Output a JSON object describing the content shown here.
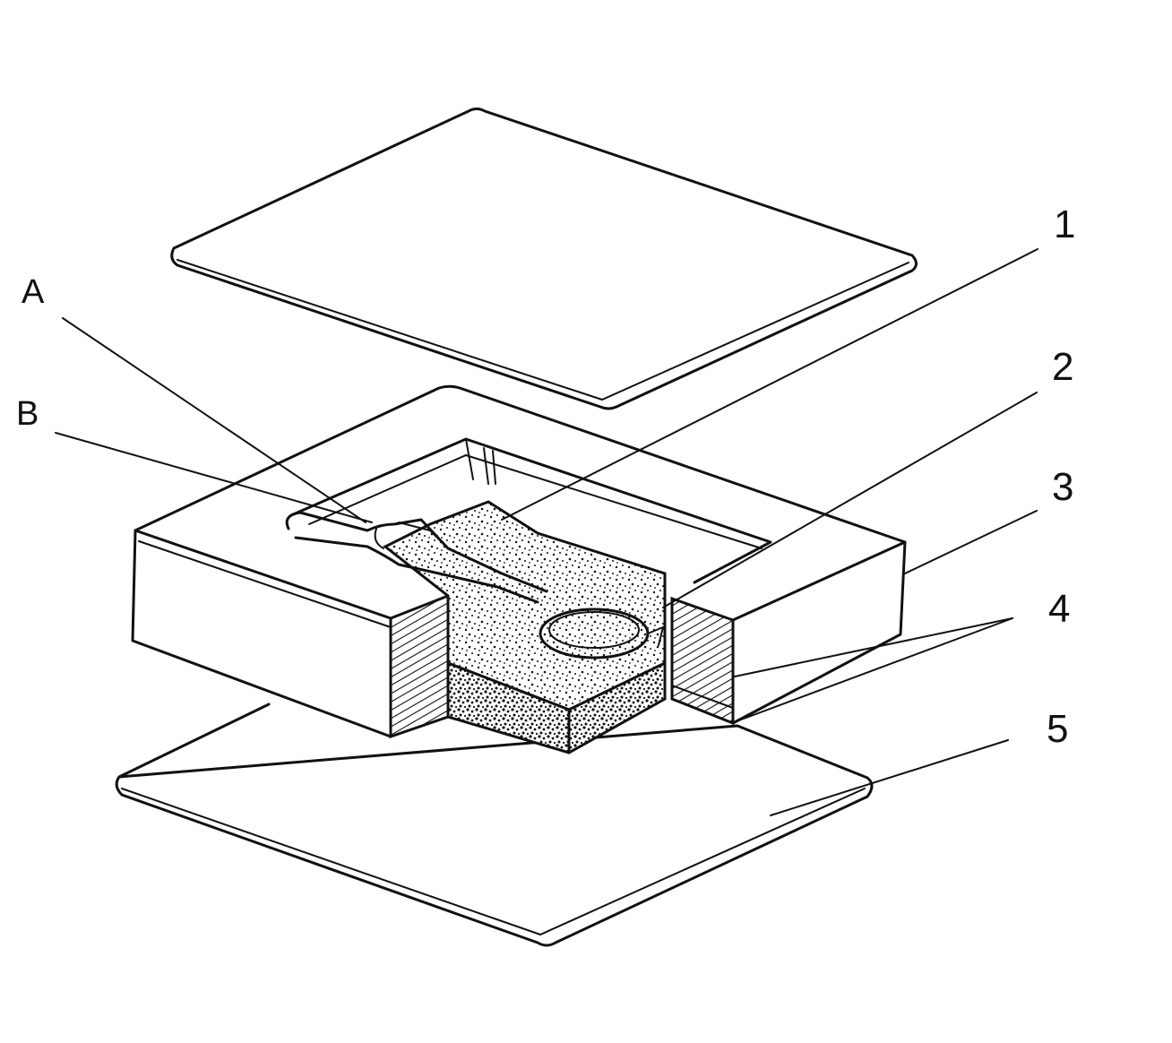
{
  "labels": {
    "A": "A",
    "B": "B",
    "part1": "1",
    "part2": "2",
    "part3": "3",
    "part4": "4",
    "part5": "5"
  }
}
